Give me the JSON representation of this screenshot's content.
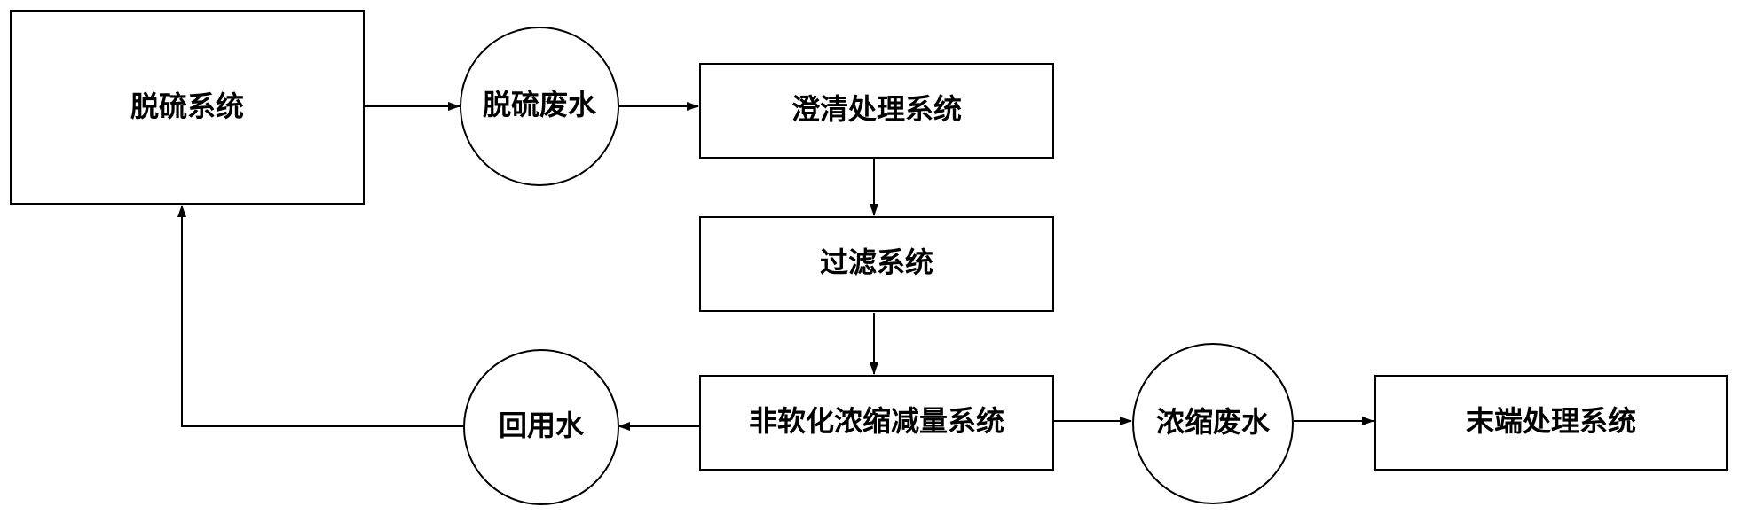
{
  "diagram": {
    "nodes": {
      "desulfurization_system": "脱硫系统",
      "desulfurization_wastewater": "脱硫废水",
      "clarification_system": "澄清处理系统",
      "filtration_system": "过滤系统",
      "reduction_system": "非软化浓缩减量系统",
      "reuse_water": "回用水",
      "concentrated_wastewater": "浓缩废水",
      "end_treatment_system": "末端处理系统"
    }
  }
}
